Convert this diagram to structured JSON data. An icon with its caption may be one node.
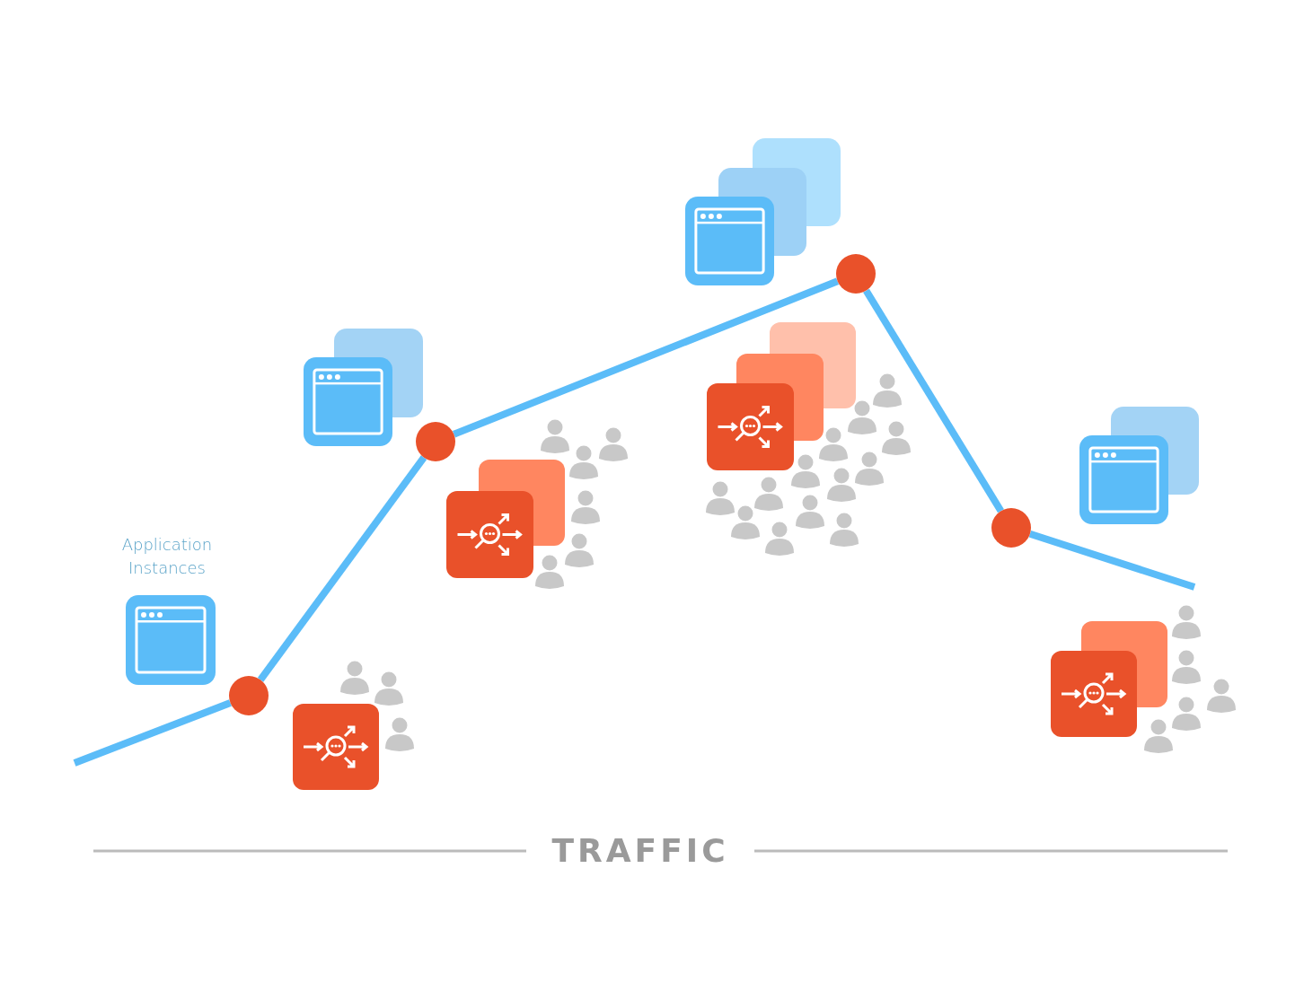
{
  "diagram": {
    "nodes": [
      {
        "text": [],
        "shape": "circle"
      },
      {
        "text": [],
        "shape": "circle"
      },
      {
        "text": [],
        "shape": "circle"
      },
      {
        "text": [],
        "shape": "circle"
      }
    ],
    "edges": [
      {
        "from": null,
        "to": 0,
        "arrow": "none"
      },
      {
        "from": 0,
        "to": 1,
        "arrow": "none"
      },
      {
        "from": 1,
        "to": 2,
        "arrow": "none"
      },
      {
        "from": 2,
        "to": 3,
        "arrow": "none"
      },
      {
        "from": 3,
        "to": null,
        "arrow": "none"
      }
    ],
    "labels": [
      "Application Instances",
      "TRAFFIC"
    ]
  }
}
